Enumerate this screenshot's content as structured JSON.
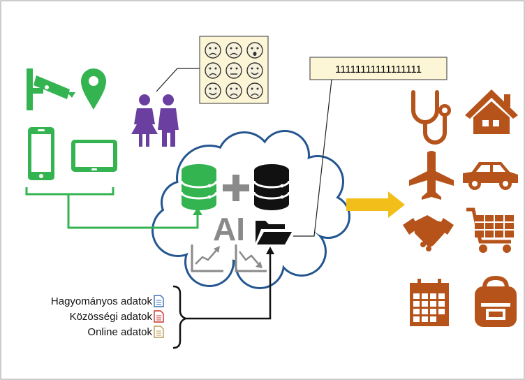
{
  "colors": {
    "sensor_green": "#34b451",
    "people_purple": "#6a3fa0",
    "domain_brown": "#b5531b",
    "arrow_yellow": "#f2bf1a",
    "cloud_blue": "#23558f",
    "note_fill": "#fdf6d6",
    "doc_blue": "#3b6fb6",
    "doc_red": "#c83232",
    "doc_tan": "#b89a56"
  },
  "binary_label": "11111111111111111",
  "ai_label": "AI",
  "data_sources": [
    {
      "label": "Hagyományos adatok",
      "icon": "document-icon",
      "color": "#3b6fb6"
    },
    {
      "label": "Közösségi adatok",
      "icon": "document-icon",
      "color": "#c83232"
    },
    {
      "label": "Online adatok",
      "icon": "document-icon",
      "color": "#b89a56"
    }
  ],
  "sensor_icons": [
    "cctv-camera-icon",
    "location-pin-icon",
    "smartphone-icon",
    "tablet-icon"
  ],
  "cloud_icons": [
    "database-icon",
    "plus-icon",
    "database-icon",
    "folder-open-icon",
    "trend-up-chart-icon",
    "trend-down-chart-icon"
  ],
  "emotion_grid": [
    "sad",
    "sad",
    "surprised",
    "sad",
    "neutral",
    "happy",
    "happy",
    "sad",
    "sad"
  ],
  "domain_icons": [
    "stethoscope-icon",
    "house-icon",
    "airplane-icon",
    "car-icon",
    "handshake-icon",
    "shopping-cart-icon",
    "calendar-icon",
    "backpack-icon"
  ]
}
